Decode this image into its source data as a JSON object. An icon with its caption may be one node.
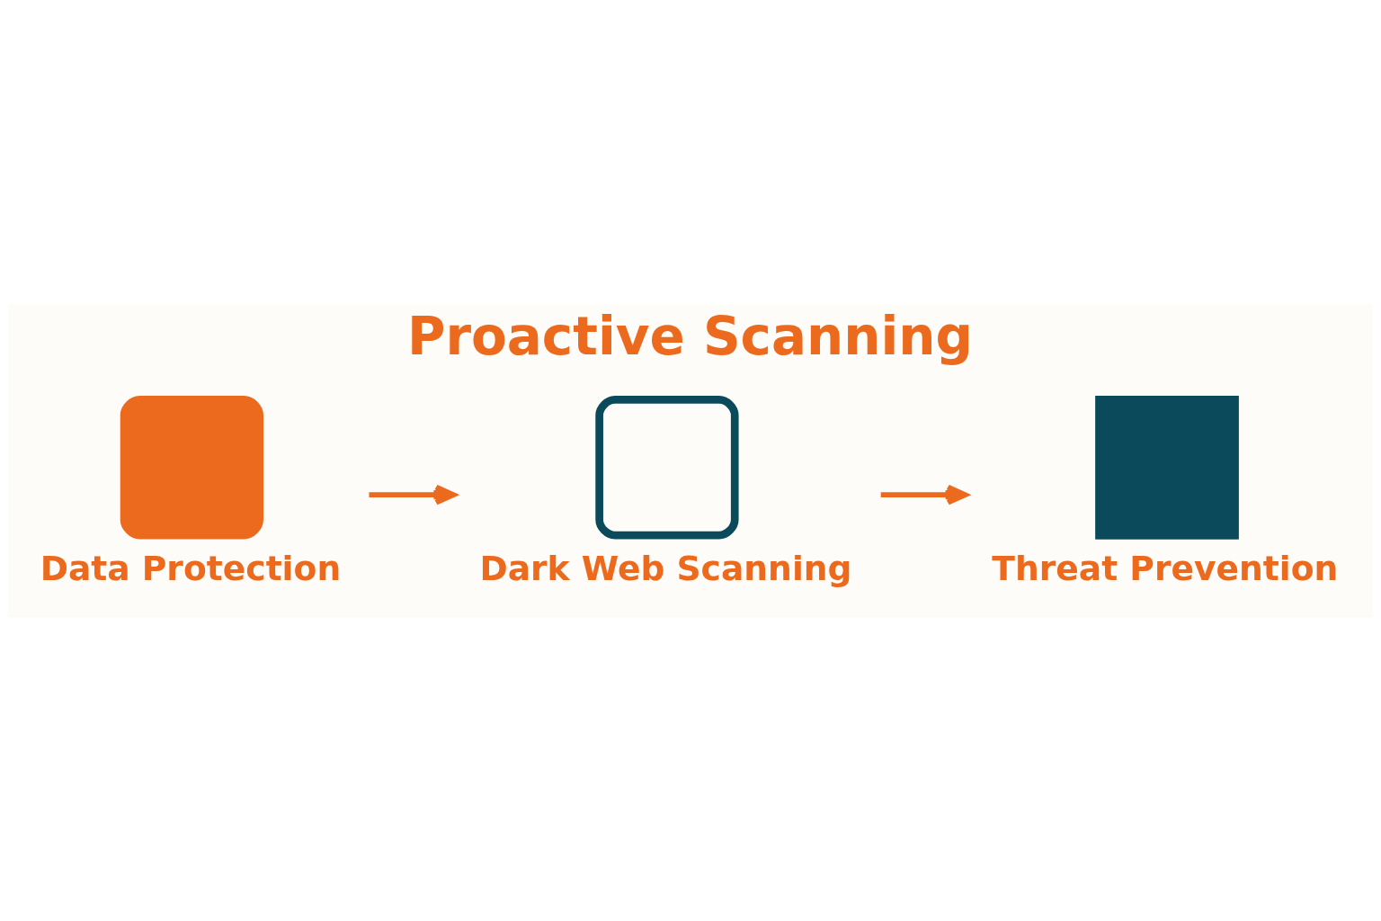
{
  "diagram": {
    "title": "Proactive Scanning",
    "nodes": [
      {
        "text": [
          "Data Protection"
        ]
      },
      {
        "text": [
          "Dark Web Scanning"
        ]
      },
      {
        "text": [
          "Threat Prevention"
        ]
      }
    ],
    "edges": [
      {
        "from": 0,
        "to": 1,
        "arrow": "to"
      },
      {
        "from": 1,
        "to": 2,
        "arrow": "to"
      }
    ]
  }
}
